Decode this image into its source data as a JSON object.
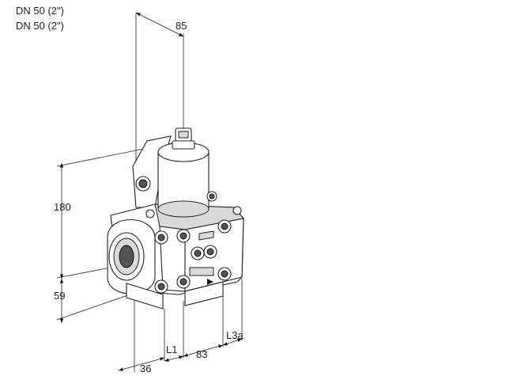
{
  "header": {
    "line1": "DN 50 (2\")",
    "line2": "DN 50 (2\")"
  },
  "dimensions": {
    "top_width": "85",
    "height_total": "180",
    "height_lower": "59",
    "depth": "36",
    "l1": "L1",
    "l1_distance": "83",
    "l3a": "L3a"
  }
}
